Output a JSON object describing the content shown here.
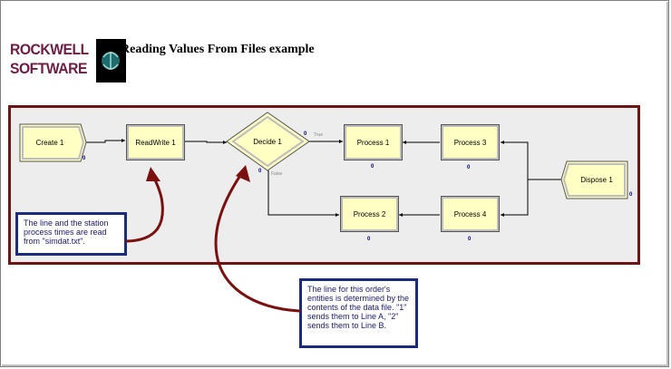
{
  "header": {
    "logo": {
      "line1": "ROCKWELL",
      "line2": "SOFTWARE"
    },
    "title": "Reading Values From Files example"
  },
  "modules": {
    "create1": {
      "label": "Create 1",
      "count": "0"
    },
    "readwrite1": {
      "label": "ReadWrite 1"
    },
    "decide1": {
      "label": "Decide 1",
      "true_label": "True",
      "false_label": "False",
      "true_count": "0",
      "false_count": "0"
    },
    "process1": {
      "label": "Process 1",
      "count": "0"
    },
    "process2": {
      "label": "Process 2",
      "count": "0"
    },
    "process3": {
      "label": "Process 3",
      "count": "0"
    },
    "process4": {
      "label": "Process 4",
      "count": "0"
    },
    "dispose1": {
      "label": "Dispose 1",
      "count": "0"
    }
  },
  "notes": {
    "note1": "The line and the station process times are read from \"simdat.txt\".",
    "note2": "The line for this order's entities is determined by the contents of the data file.  \"1\" sends them to Line A, \"2\" sends them to Line B."
  },
  "colors": {
    "module_fill": "#ffffc4",
    "frame": "#6d1414",
    "note_border": "#1c2c7c",
    "arrow": "#7a1010"
  }
}
